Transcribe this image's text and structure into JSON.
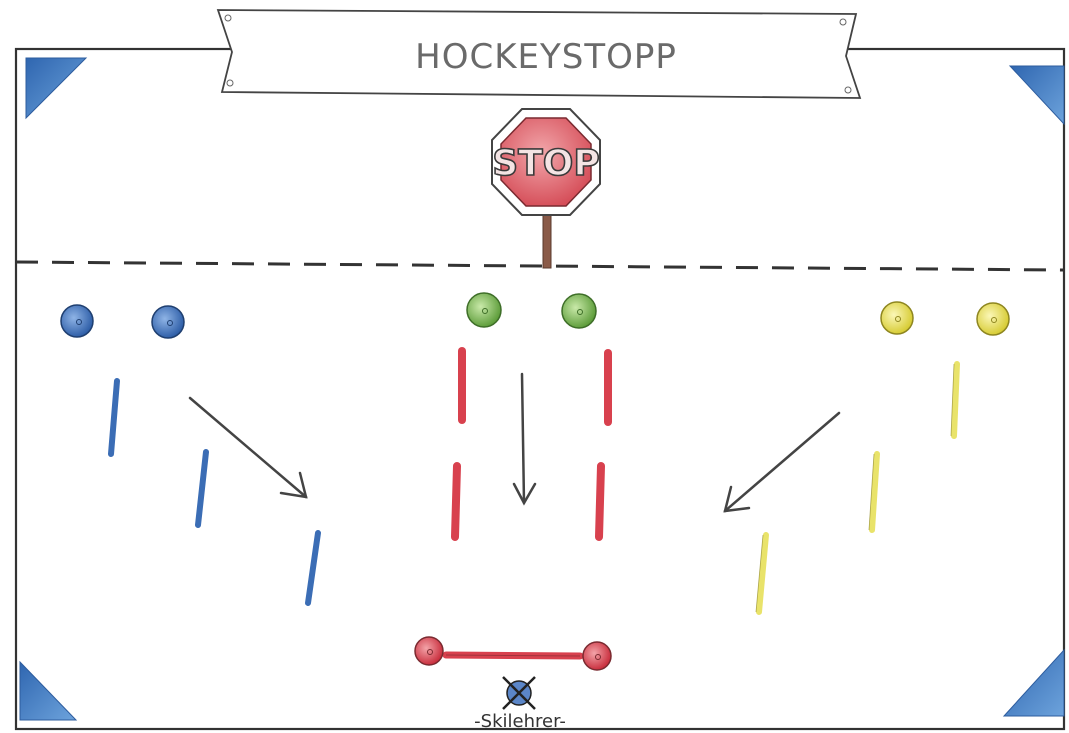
{
  "title": "HOCKEYSTOPP",
  "stop_sign": {
    "text": "STOP",
    "icon": "stop-sign-icon"
  },
  "instructor_label": "-Skilehrer-",
  "colors": {
    "blue": "#3b6db5",
    "green": "#7cbf55",
    "yellow": "#e9e36a",
    "red": "#d8414e",
    "corner": "#3f7fc4",
    "line": "#333333"
  },
  "lanes": [
    {
      "name": "blue",
      "color": "blue",
      "direction": "diagonal-right"
    },
    {
      "name": "red",
      "color": "red",
      "direction": "straight-down"
    },
    {
      "name": "yellow",
      "color": "yellow",
      "direction": "diagonal-left"
    }
  ]
}
